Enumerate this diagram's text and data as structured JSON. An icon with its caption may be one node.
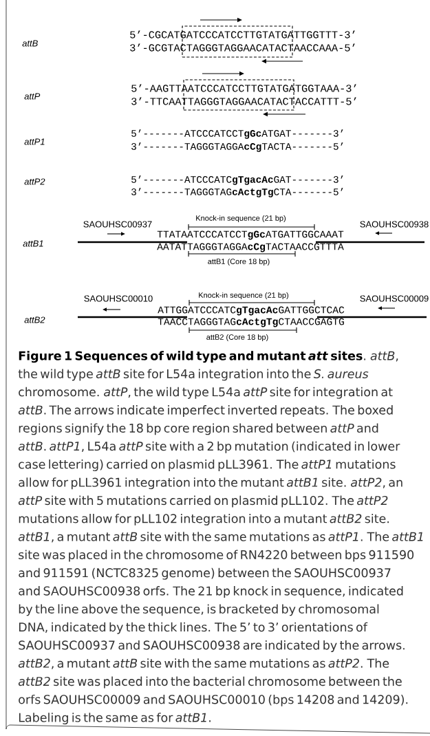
{
  "diagram": {
    "title": "Figure 1 Sequences of wild type and mutant *att* sites",
    "caption": ". *attB*, the wild type *attB* site for L54a integration into the *S. aureus* chromosome. *attP*, the wild type L54a *attP* site for integration at *attB*. The arrows indicate imperfect inverted repeats. The boxed regions signify the 18 bp core region shared between *attP* and *attB*. *attP1*, L54a *attP* site with a 2 bp mutation (indicated in lower case lettering) carried on plasmid pLL3961. The *attP1* mutations allow for pLL3961 integration into the mutant *attB1* site. *attP2*, an *attP* site with 5 mutations carried on plasmid pLL102. The *attP2* mutations allow for pLL102 integration into a mutant *attB2* site. *attB1*, a mutant *attB* site with the same mutations as *attP1*. The *attB1* site was placed in the chromosome of RN4220 between bps 911590 and 911591 (NCTC8325 genome) between the SAOUHSC00937 and SAOUHSC00938 orfs. The 21 bp knock in sequence, indicated by the line above the sequence, is bracketed by chromosomal DNA, indicated by the thick lines. The 5’ to 3’ orientations of SAOUHSC00937 and SAOUHSC00938 are indicated by the arrows. *attB2*, a mutant *attB* site with the same mutations as *attP2*. The *attB2* site was placed into the bacterial chromosome between the orfs SAOUHSC00009 and SAOUHSC00010 (bps 14208 and 14209). Labeling is the same as for *attB1*.",
    "nodes": [
      {
        "text": [],
        "shape": "box"
      },
      {
        "text": [],
        "shape": "box"
      }
    ],
    "labels": [
      "attB",
      "5’-CGCATGATCCCATCCTTGTATGATTGGTTT-3’",
      "3’-GCGTACTAGGGTAGGAACATACTAACCAAA-5’",
      "attP",
      "5’-AAGTTAATCCCATCCTTGTATGATGGTAAA-3’",
      "3’-TTCAATTAGGGTAGGAACATACTACCATTT-5’",
      "attP1",
      "5’-------ATCCCATCCT**gGc**ATGAT-------3’",
      "3’-------TAGGGTAGGA**cCg**TACTA-------5’",
      "attP2",
      "5’-------ATCCCATC**gTgacAc**GAT-------3’",
      "3’-------TAGGGTAG**cActgTg**CTA-------5’",
      "SAOUHSC00937",
      "Knock-in sequence (21 bp)",
      "SAOUHSC00938",
      "attB1",
      "TTATAATCCCATCCT**gGc**ATGATTGGCAAAT",
      "AATATTAGGGTAGGA**cCg**TACTAACCGTTTA",
      "attB1 (Core 18 bp)",
      "SAOUHSC00010",
      "Knock-in sequence (21 bp)",
      "SAOUHSC00009",
      "attB2",
      "ATTGGATCCCATC**gTgacAc**GATTGGCTCAC",
      "TAACCTAGGGTAG**cActgTg**CTAACCGAGTG",
      "attB2 (Core 18 bp)"
    ]
  }
}
